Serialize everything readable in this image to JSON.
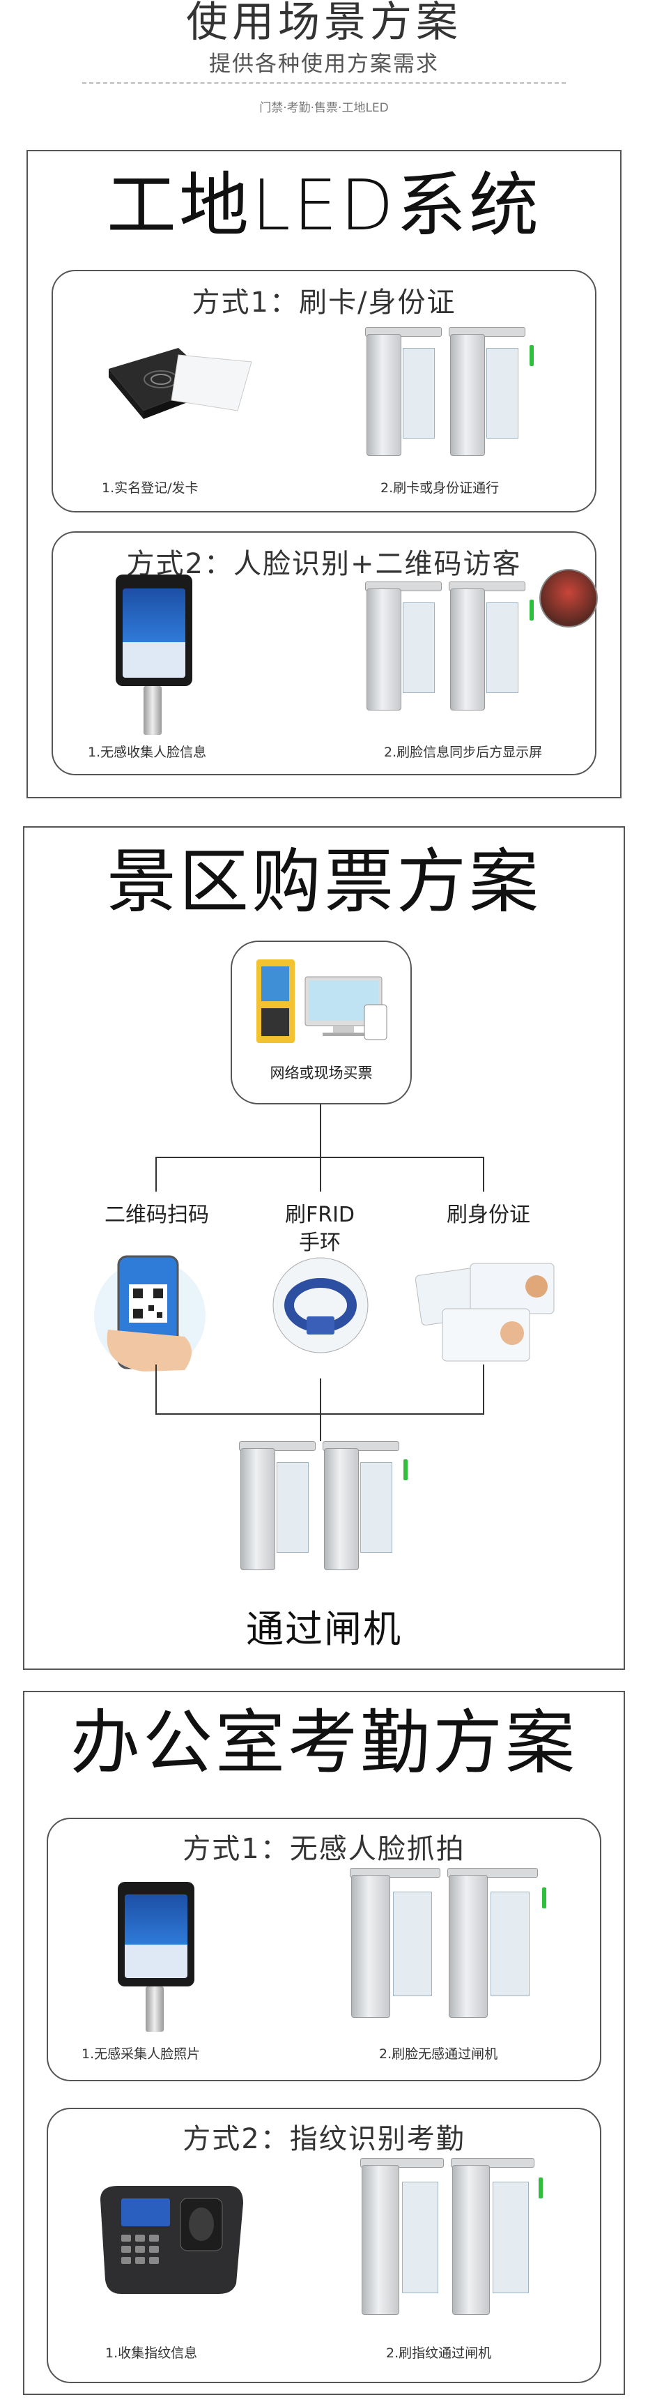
{
  "header": {
    "title": "使用场景方案",
    "subtitle": "提供各种使用方案需求",
    "tags": "门禁·考勤·售票·工地LED"
  },
  "construction": {
    "title": "工地LED系统",
    "mode1": {
      "title": "方式1：刷卡/身份证",
      "cap_left": "1.实名登记/发卡",
      "cap_right": "2.刷卡或身份证通行"
    },
    "mode2": {
      "title": "方式2：人脸识别+二维码访客",
      "cap_left": "1.无感收集人脸信息",
      "cap_right": "2.刷脸信息同步后方显示屏"
    }
  },
  "scenic": {
    "title": "景区购票方案",
    "purchase_label": "网络或现场买票",
    "options": [
      "二维码扫码",
      "刷FRID\n手环",
      "刷身份证"
    ],
    "option_1": "二维码扫码",
    "option_2_line1": "刷FRID",
    "option_2_line2": "手环",
    "option_3": "刷身份证",
    "pass_label": "通过闸机"
  },
  "office": {
    "title": "办公室考勤方案",
    "mode1": {
      "title": "方式1：无感人脸抓拍",
      "cap_left": "1.无感采集人脸照片",
      "cap_right": "2.刷脸无感通过闸机"
    },
    "mode2": {
      "title": "方式2：指纹识别考勤",
      "cap_left": "1.收集指纹信息",
      "cap_right": "2.刷指纹通过闸机"
    }
  },
  "colors": {
    "border": "#555555",
    "gate_light": "#2fbf3d",
    "screen_blue": "#2f7bd8"
  }
}
